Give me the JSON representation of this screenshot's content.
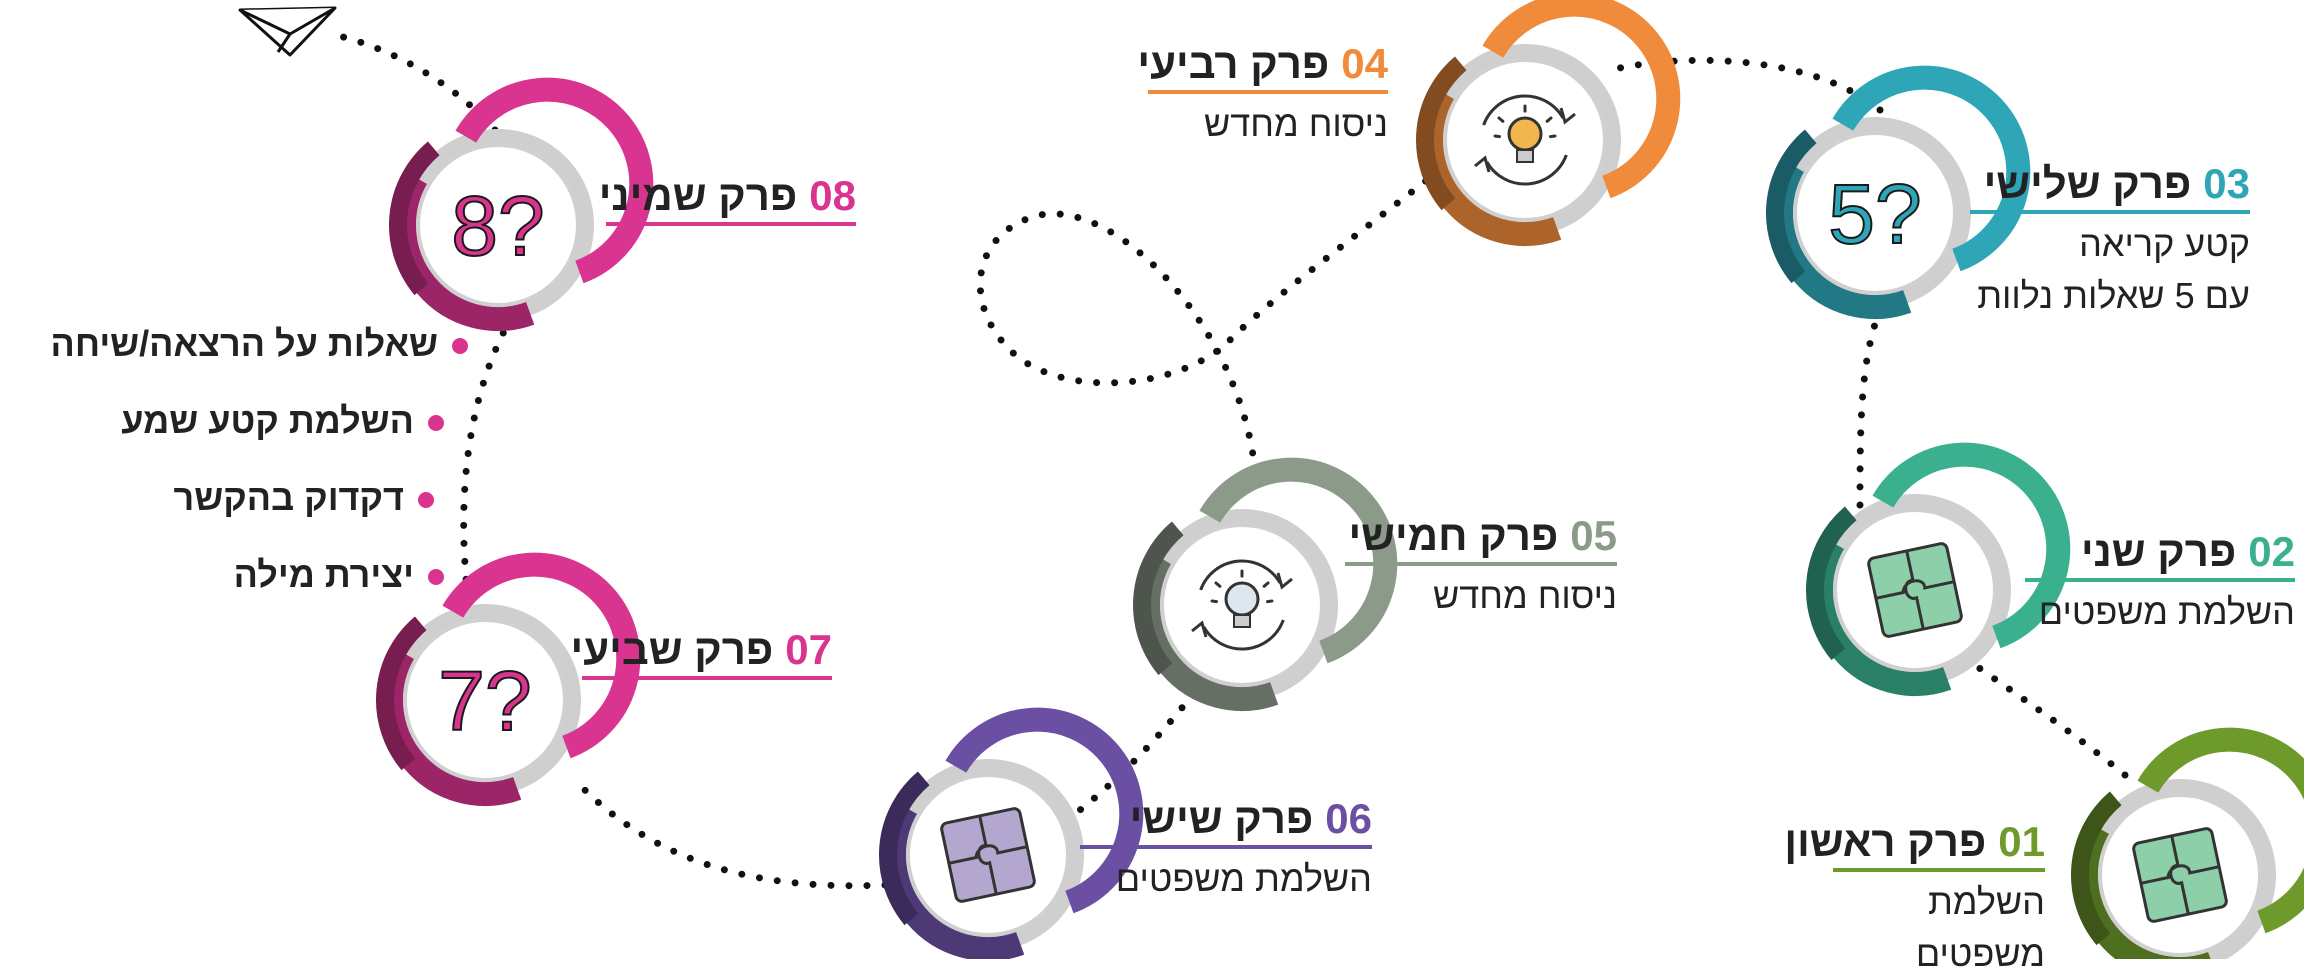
{
  "chapters": [
    {
      "num": "01",
      "title": "פרק ראשון",
      "sub": [
        "השלמת",
        "משפטים"
      ],
      "color": "#6e9a2c",
      "icon": "puzzle-icon"
    },
    {
      "num": "02",
      "title": "פרק שני",
      "sub": [
        "השלמת משפטים"
      ],
      "color": "#3bb08f",
      "icon": "puzzle-icon"
    },
    {
      "num": "03",
      "title": "פרק שלישי",
      "sub": [
        "קטע קריאה",
        "עם 5 שאלות נלוות"
      ],
      "color": "#2fa6b8",
      "icon": "question-5-icon",
      "glyph": "5?"
    },
    {
      "num": "04",
      "title": "פרק רביעי",
      "sub": [
        "ניסוח מחדש"
      ],
      "color": "#ef8b3a",
      "icon": "lightbulb-cycle-icon"
    },
    {
      "num": "05",
      "title": "פרק חמישי",
      "sub": [
        "ניסוח מחדש"
      ],
      "color": "#8c9a8a",
      "icon": "lightbulb-cycle-icon"
    },
    {
      "num": "06",
      "title": "פרק שישי",
      "sub": [
        "השלמת משפטים"
      ],
      "color": "#6a4fa3",
      "icon": "puzzle-icon"
    },
    {
      "num": "07",
      "title": "פרק שביעי",
      "sub": [],
      "color": "#d9348f",
      "icon": "question-7-icon",
      "glyph": "7?"
    },
    {
      "num": "08",
      "title": "פרק שמיני",
      "sub": [],
      "color": "#d9348f",
      "icon": "question-8-icon",
      "glyph": "8?"
    }
  ],
  "bullets": [
    "שאלות על הרצאה/שיחה",
    "השלמת קטע שמע",
    "דקדוק בהקשר",
    "יצירת מילה"
  ],
  "colors": {
    "path_dots": "#111111",
    "bullet": "#d9348f"
  }
}
